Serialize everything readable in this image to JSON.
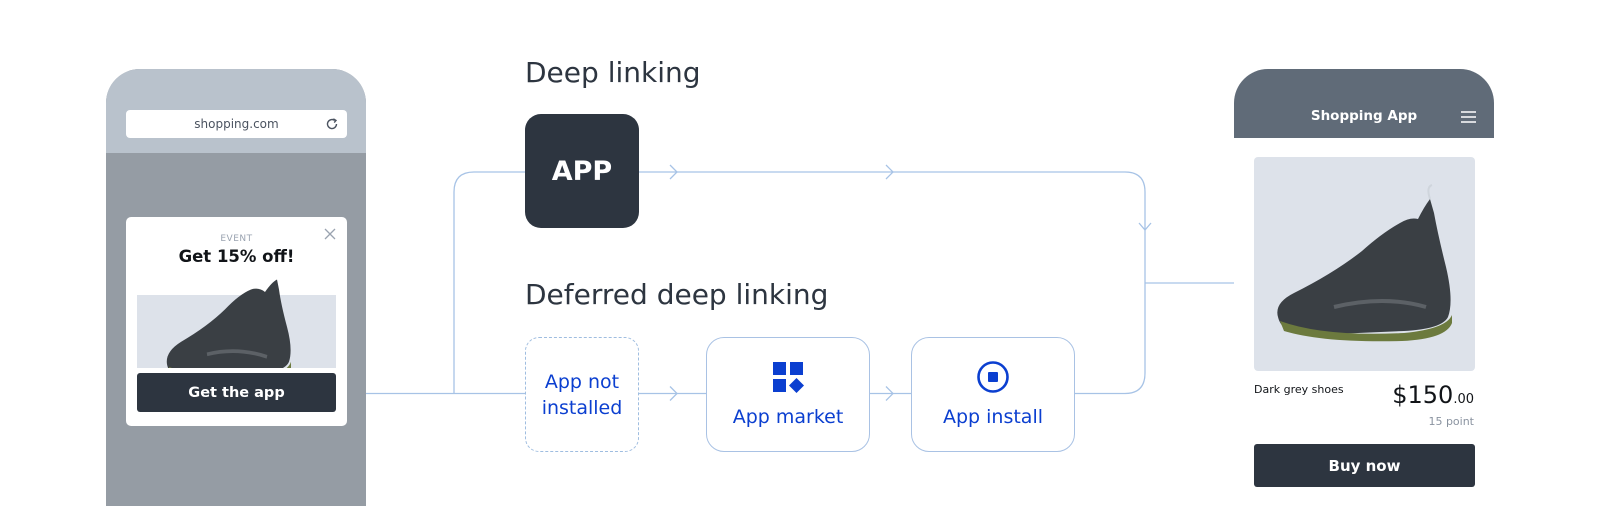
{
  "browser": {
    "url": "shopping.com",
    "popup": {
      "event_label": "EVENT",
      "title": "Get 15% off!",
      "button_label": "Get the app"
    }
  },
  "diagram": {
    "deep_linking_heading": "Deep linking",
    "app_box_label": "APP",
    "deferred_heading": "Deferred deep linking",
    "steps": [
      {
        "label": "App not\ninstalled",
        "icon": ""
      },
      {
        "label": "App market",
        "icon": "app-market-icon"
      },
      {
        "label": "App install",
        "icon": "install-icon"
      }
    ]
  },
  "app": {
    "title": "Shopping App",
    "product_name": "Dark grey shoes",
    "price_main": "$150",
    "price_cents": ".00",
    "points": "15 point",
    "buy_label": "Buy now"
  },
  "colors": {
    "dark": "#2d3540",
    "accent_blue": "#0b3fd0",
    "connector": "#9fbde0",
    "phone_frame": "#959ca4",
    "app_header": "#606b78"
  }
}
